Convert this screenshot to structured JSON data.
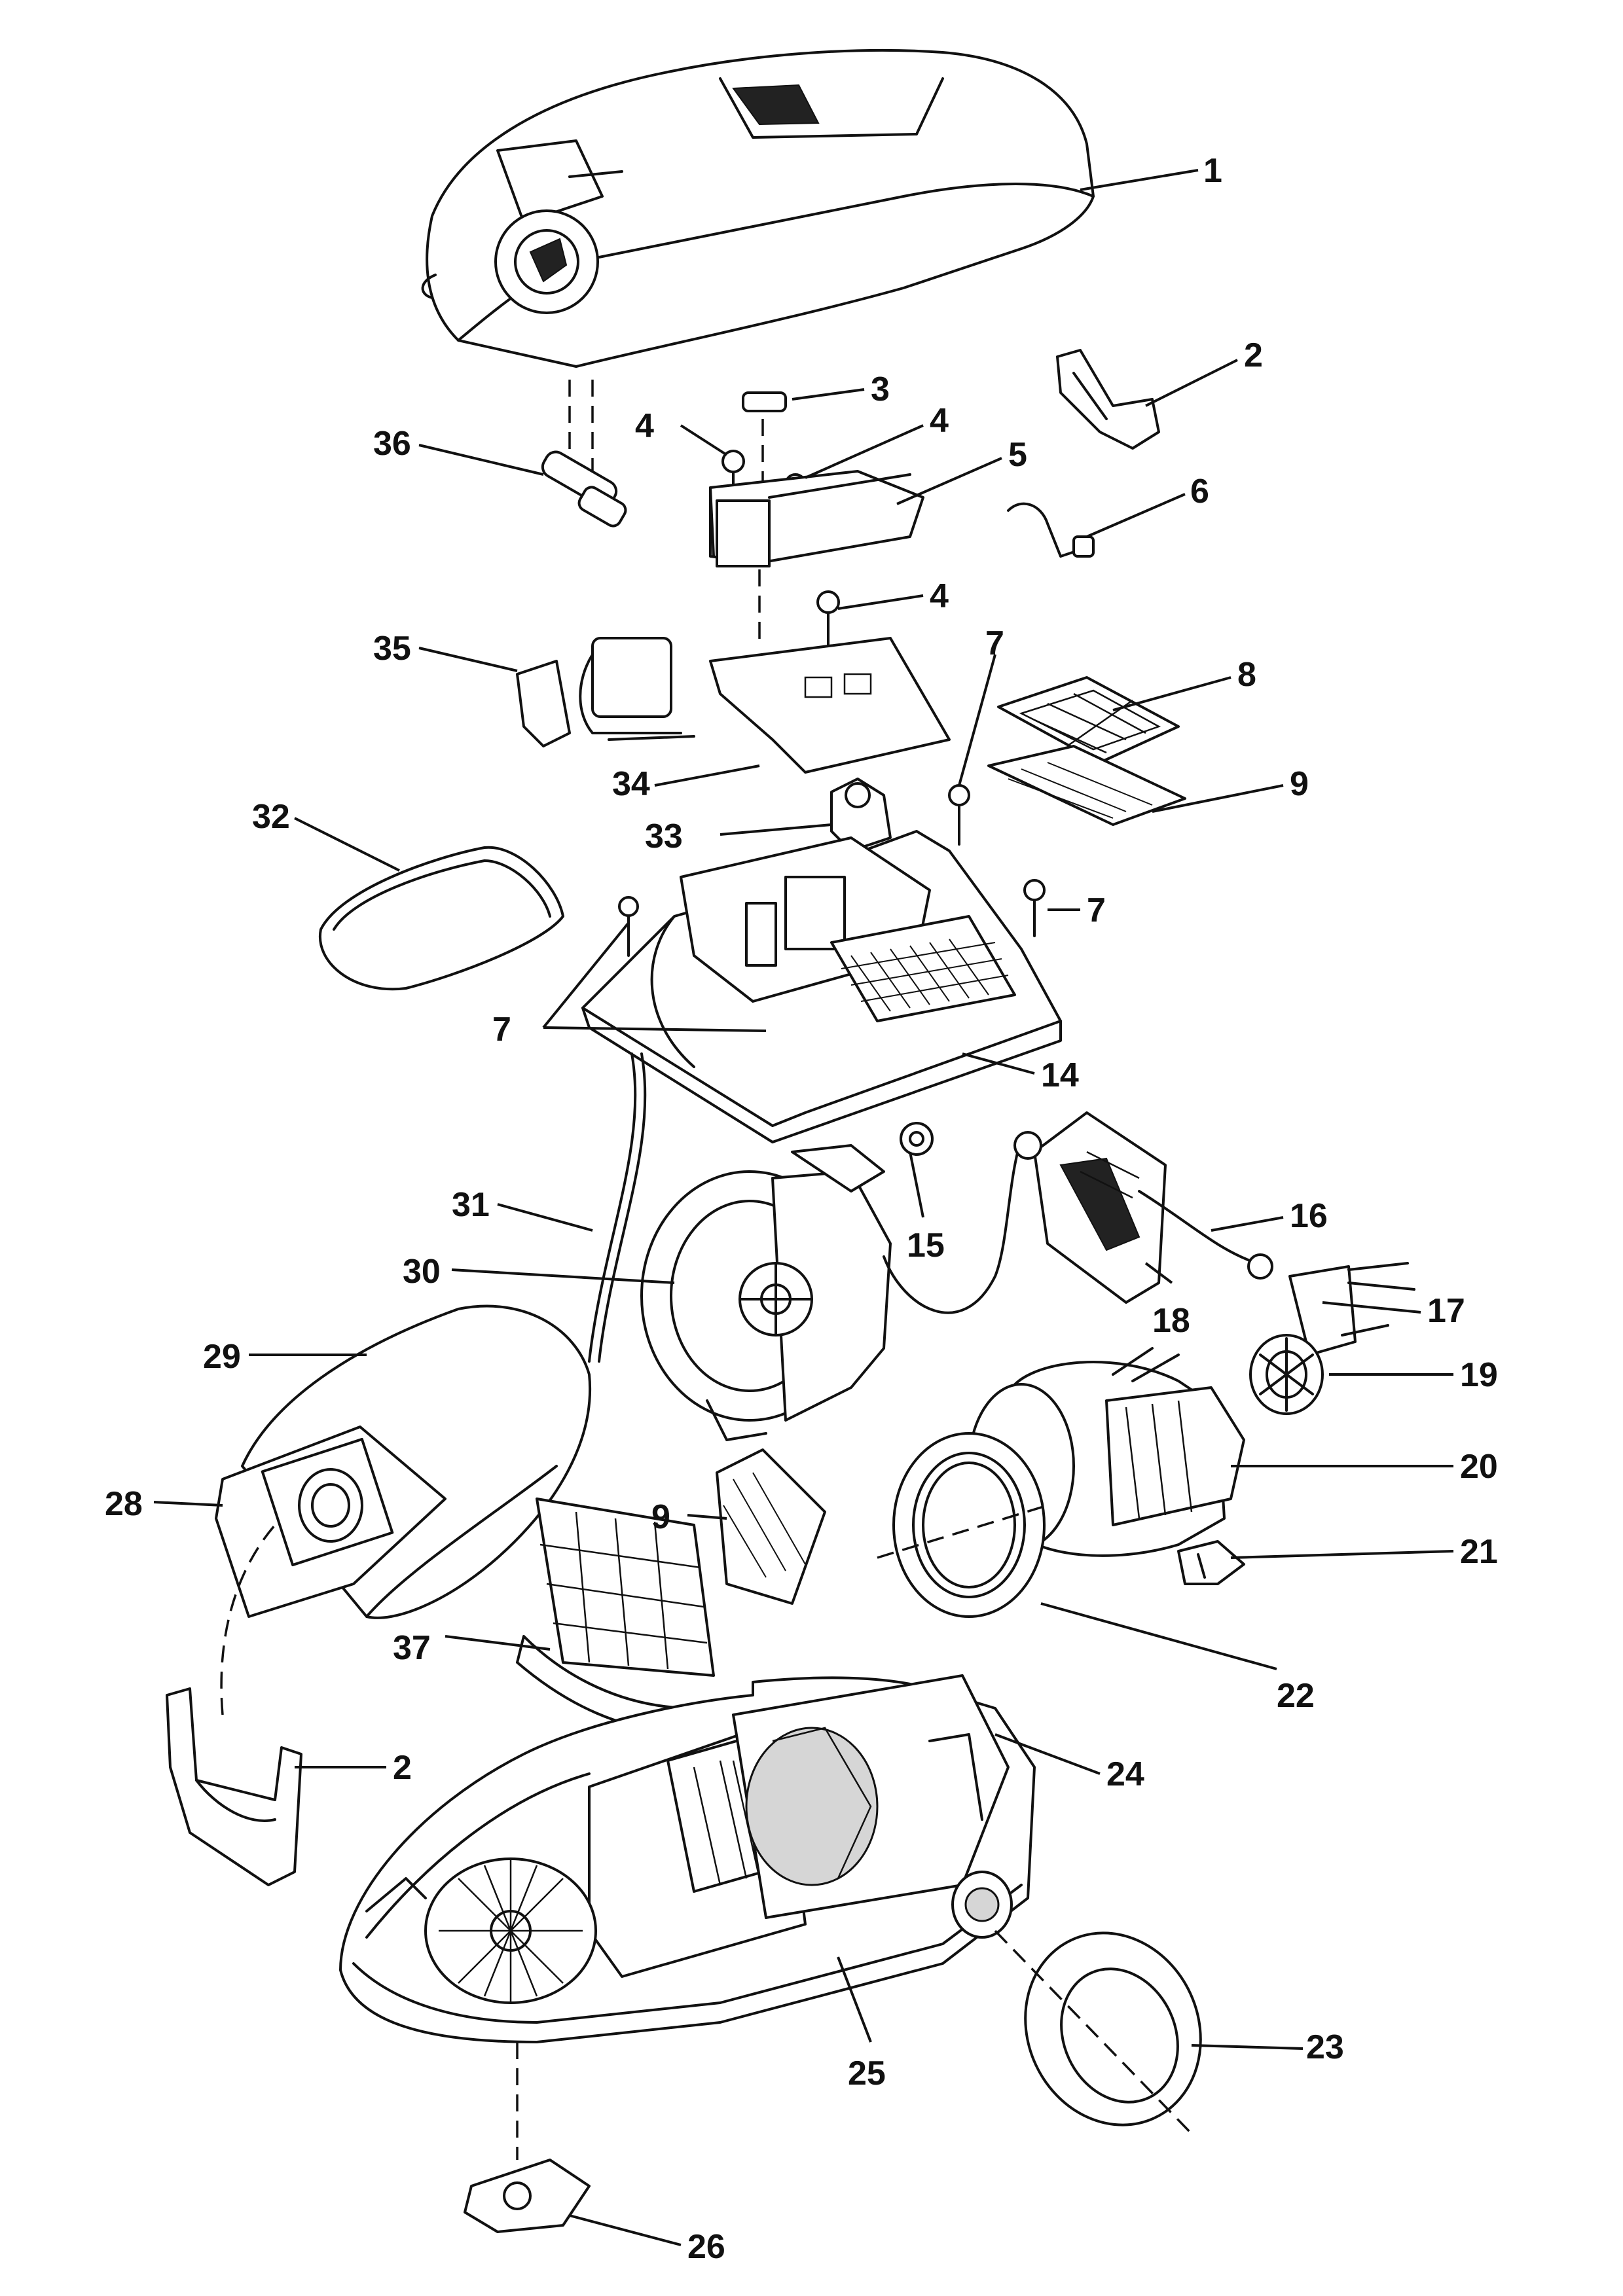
{
  "callouts": [
    {
      "id": "c1",
      "label": "1"
    },
    {
      "id": "c2a",
      "label": "2"
    },
    {
      "id": "c2b",
      "label": "2"
    },
    {
      "id": "c3",
      "label": "3"
    },
    {
      "id": "c4a",
      "label": "4"
    },
    {
      "id": "c4b",
      "label": "4"
    },
    {
      "id": "c4c",
      "label": "4"
    },
    {
      "id": "c5",
      "label": "5"
    },
    {
      "id": "c6",
      "label": "6"
    },
    {
      "id": "c7a",
      "label": "7"
    },
    {
      "id": "c7b",
      "label": "7"
    },
    {
      "id": "c7c",
      "label": "7"
    },
    {
      "id": "c8",
      "label": "8"
    },
    {
      "id": "c9a",
      "label": "9"
    },
    {
      "id": "c9b",
      "label": "9"
    },
    {
      "id": "c14",
      "label": "14"
    },
    {
      "id": "c15",
      "label": "15"
    },
    {
      "id": "c16",
      "label": "16"
    },
    {
      "id": "c17",
      "label": "17"
    },
    {
      "id": "c18",
      "label": "18"
    },
    {
      "id": "c19",
      "label": "19"
    },
    {
      "id": "c20",
      "label": "20"
    },
    {
      "id": "c21",
      "label": "21"
    },
    {
      "id": "c22",
      "label": "22"
    },
    {
      "id": "c23",
      "label": "23"
    },
    {
      "id": "c24",
      "label": "24"
    },
    {
      "id": "c25",
      "label": "25"
    },
    {
      "id": "c26",
      "label": "26"
    },
    {
      "id": "c28",
      "label": "28"
    },
    {
      "id": "c29",
      "label": "29"
    },
    {
      "id": "c30",
      "label": "30"
    },
    {
      "id": "c31",
      "label": "31"
    },
    {
      "id": "c32",
      "label": "32"
    },
    {
      "id": "c33",
      "label": "33"
    },
    {
      "id": "c34",
      "label": "34"
    },
    {
      "id": "c35",
      "label": "35"
    },
    {
      "id": "c36",
      "label": "36"
    },
    {
      "id": "c37",
      "label": "37"
    }
  ]
}
